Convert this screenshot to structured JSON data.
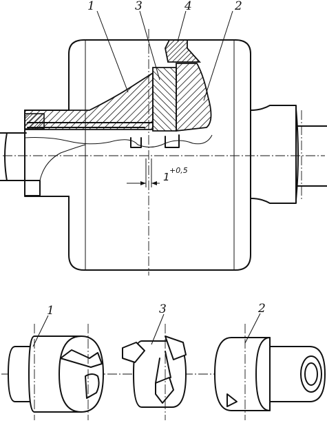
{
  "assembly_labels": {
    "half_coupling_left": "1",
    "spacer_disc": "3",
    "ring": "4",
    "half_coupling_right": "2"
  },
  "dimension": {
    "value": "1",
    "tolerance": "+0,5"
  },
  "parts_labels": {
    "part_left": "1",
    "part_middle": "3",
    "part_right": "2"
  }
}
